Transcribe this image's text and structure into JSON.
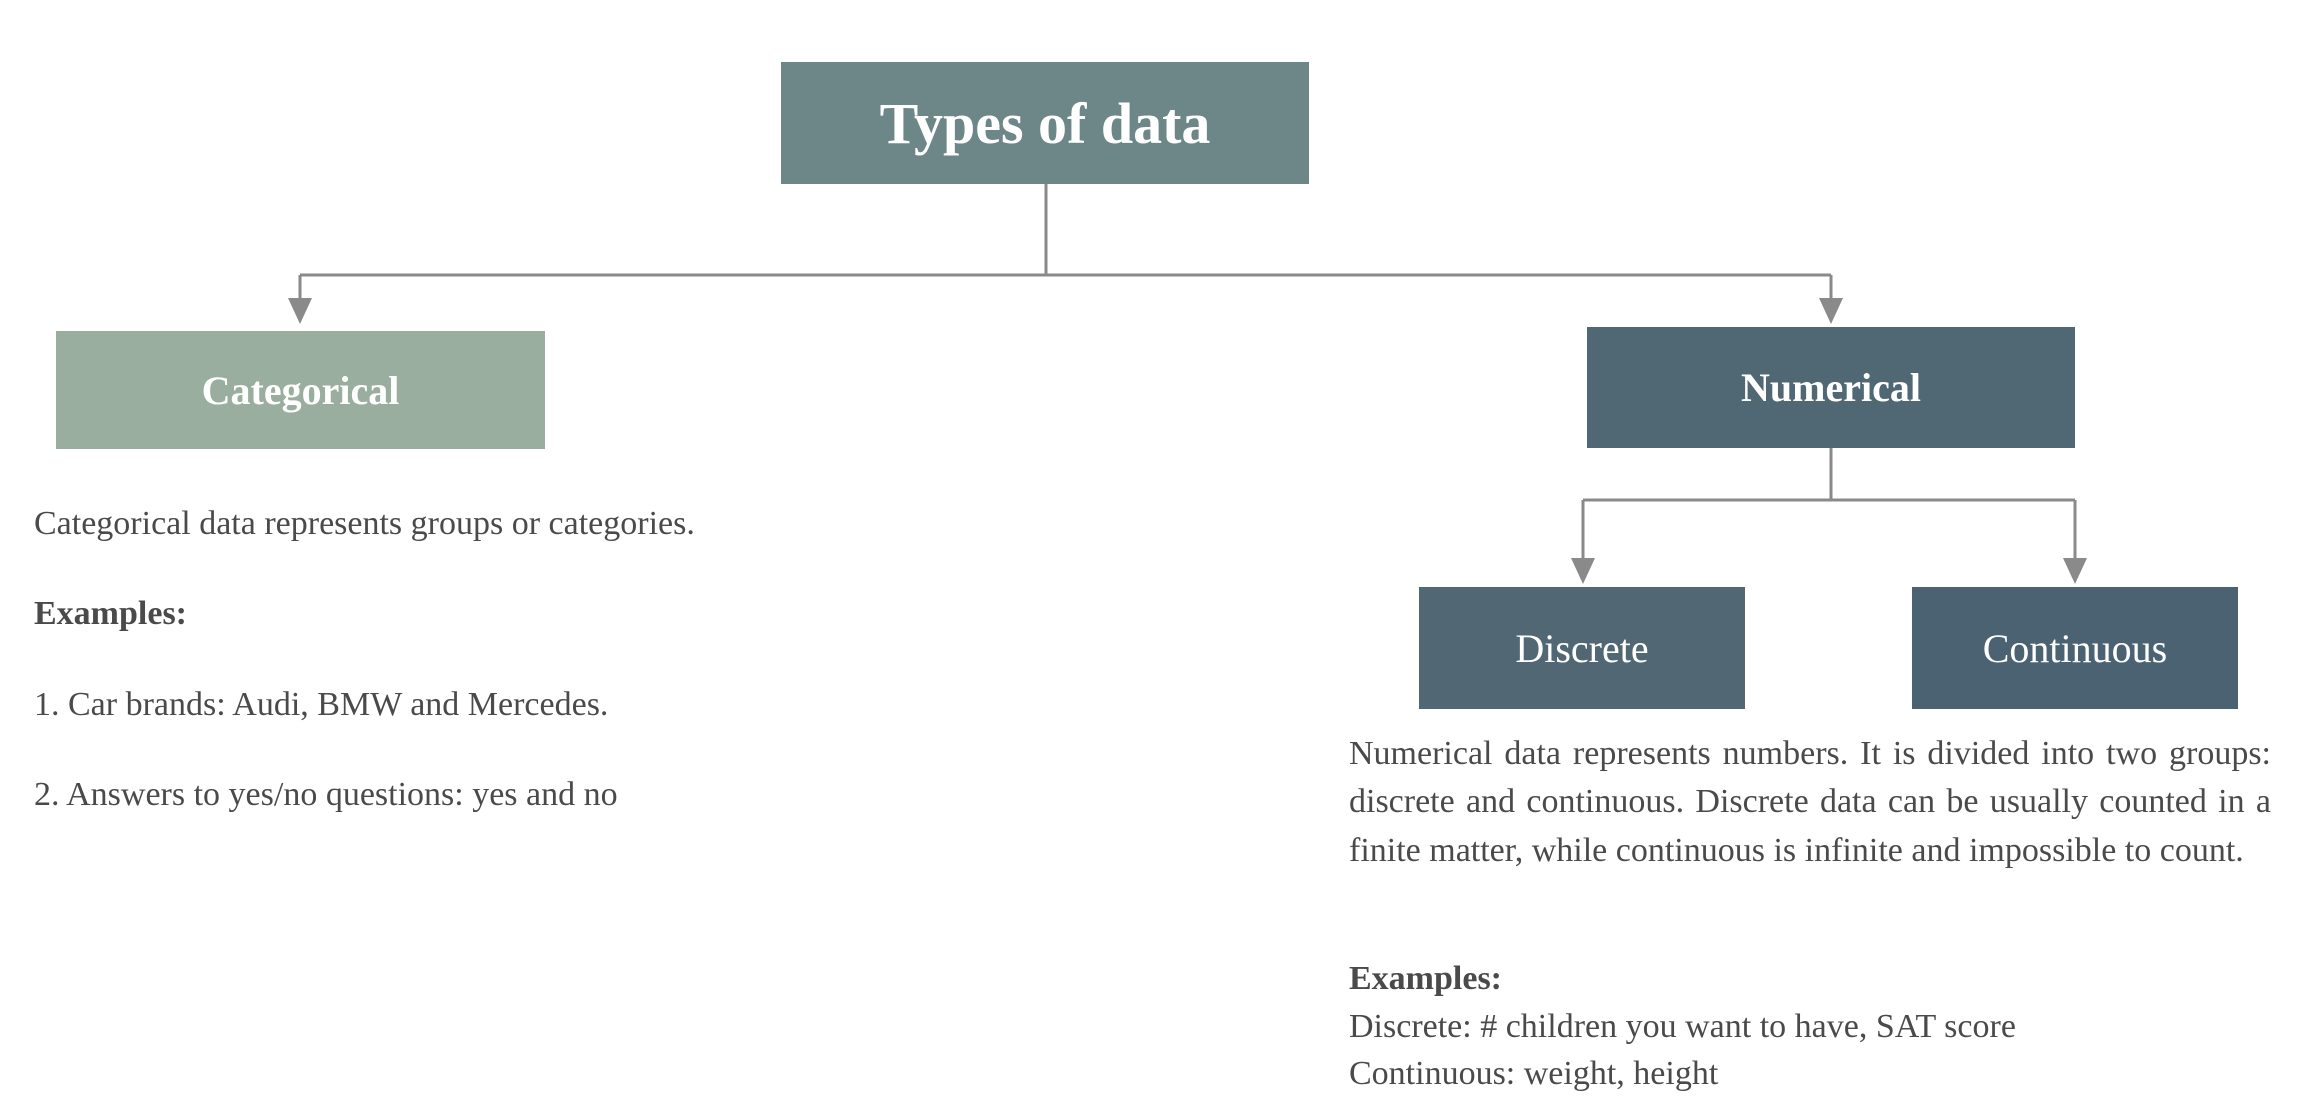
{
  "nodes": {
    "root": "Types of data",
    "categorical": "Categorical",
    "numerical": "Numerical",
    "discrete": "Discrete",
    "continuous": "Continuous"
  },
  "categorical_text": {
    "description": "Categorical data represents groups or categories.",
    "examples_label": "Examples:",
    "examples": [
      "1. Car brands: Audi, BMW and Mercedes.",
      "2. Answers to yes/no questions: yes and no"
    ]
  },
  "numerical_text": {
    "description": "Numerical data represents numbers. It is divided into two groups: discrete and continuous. Discrete data can be usually counted in a finite matter, while continuous is infinite and impossible to count.",
    "examples_label": "Examples:",
    "examples": [
      "Discrete: # children you want to have, SAT score",
      "Continuous: weight, height"
    ]
  },
  "colors": {
    "root": "#6d8687",
    "categorical": "#9aae9f",
    "numerical": "#506774",
    "discrete": "#516874",
    "continuous": "#4a6272",
    "connector": "#8a8a8a",
    "text": "#4a4a4a"
  }
}
